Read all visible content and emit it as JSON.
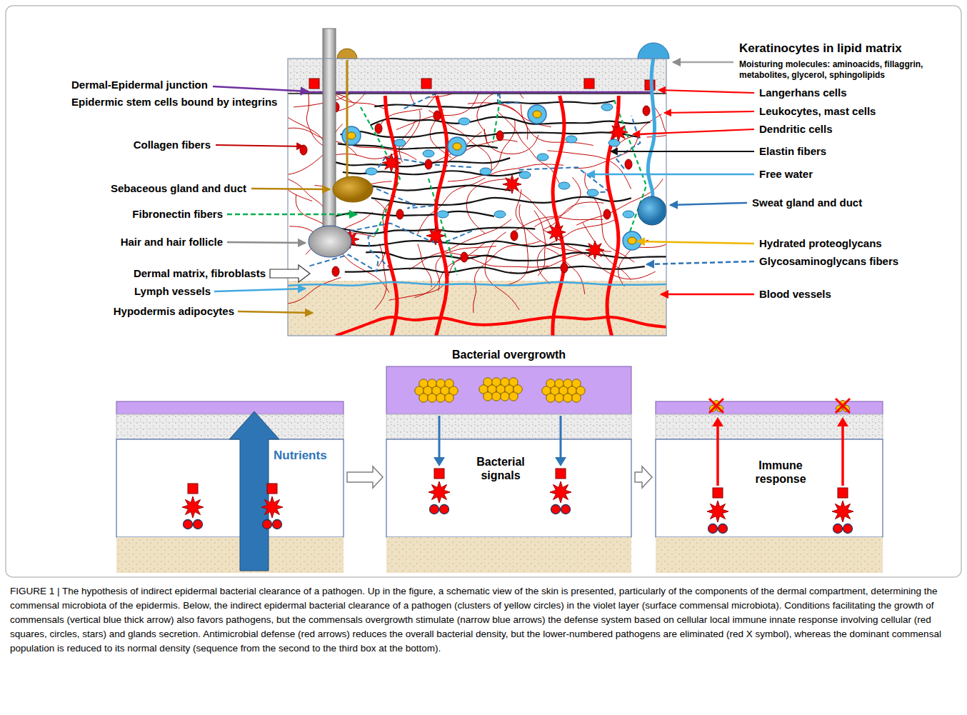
{
  "diagram": {
    "caption": "FIGURE 1 | The hypothesis of indirect epidermal bacterial clearance of a pathogen. Up in the figure, a schematic view of the skin is presented, particularly of the components of the dermal compartment, determining the commensal microbiota of the epidermis. Below, the indirect epidermal bacterial clearance of a pathogen (clusters of yellow circles) in the violet layer (surface commensal microbiota). Conditions facilitating the growth of commensals (vertical blue thick arrow) also favors pathogens, but the commensals overgrowth stimulate (narrow blue arrows) the defense system based on cellular local immune innate response involving cellular (red squares, circles, stars) and glands secretion. Antimicrobial defense (red arrows) reduces the overall bacterial density, but the lower-numbered pathogens are eliminated (red X symbol), whereas the dominant commensal population is reduced to its normal density (sequence from the second to the third box at the bottom).",
    "nodes": [
      {
        "text": [
          "Nutrients"
        ]
      },
      {
        "text": [
          "Bacterial overgrowth",
          "Bacterial signals"
        ]
      },
      {
        "text": [
          "Immune response"
        ]
      }
    ],
    "edges": [
      {
        "from": 0,
        "to": 1,
        "arrow": "to"
      },
      {
        "from": 1,
        "to": 2,
        "arrow": "to"
      }
    ],
    "labels": [
      "Dermal-Epidermal junction",
      "Epidermic stem cells bound by integrins",
      "Collagen fibers",
      "Sebaceous gland and duct",
      "Fibronectin fibers",
      "Hair and hair follicle",
      "Dermal matrix, fibroblasts",
      "Lymph vessels",
      "Hypodermis adipocytes",
      "Keratinocytes in lipid matrix",
      "Moisturing molecules: aminoacids, fillaggrin, metabolites, glycerol, sphingolipids",
      "Langerhans cells",
      "Leukocytes, mast cells",
      "Dendritic cells",
      "Elastin fibers",
      "Free water",
      "Sweat gland and duct",
      "Hydrated proteoglycans",
      "Glycosaminoglycans fibers",
      "Blood vessels"
    ]
  }
}
